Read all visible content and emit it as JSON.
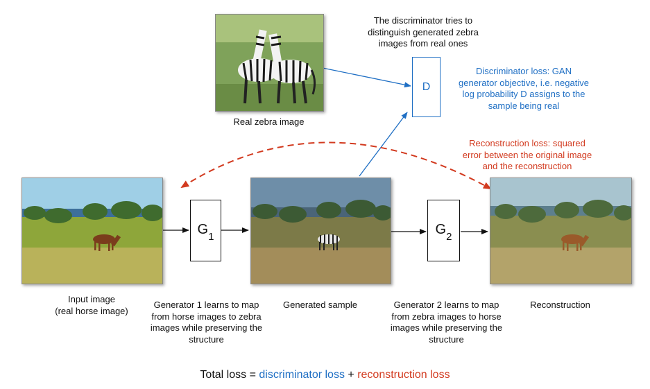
{
  "images": {
    "real_zebra": "Real zebra image",
    "input_line1": "Input image",
    "input_line2": "(real horse image)",
    "generated": "Generated sample",
    "reconstruction": "Reconstruction"
  },
  "boxes": {
    "g1_letter": "G",
    "g1_sub": "1",
    "g2_letter": "G",
    "g2_sub": "2",
    "d_label": "D"
  },
  "captions": {
    "discriminator_desc": [
      "The discriminator tries to",
      "distinguish generated zebra",
      "images from real ones"
    ],
    "disc_loss": [
      "Discriminator loss: GAN",
      "generator objective, i.e. negative",
      "log probability D assigns to the",
      "sample being real"
    ],
    "recon_loss": [
      "Reconstruction loss: squared",
      "error between the original image",
      "and the reconstruction"
    ],
    "gen1": [
      "Generator 1 learns to map",
      "from horse images to zebra",
      "images while preserving the",
      "structure"
    ],
    "gen2": [
      "Generator 2 learns to map",
      "from zebra images to horse",
      "images while preserving the",
      "structure"
    ]
  },
  "total": {
    "prefix": "Total loss = ",
    "disc": "discriminator loss",
    "plus": " + ",
    "recon": "reconstruction loss"
  },
  "colors": {
    "discriminator": "#1f6fc4",
    "reconstruction": "#d23a1f"
  }
}
